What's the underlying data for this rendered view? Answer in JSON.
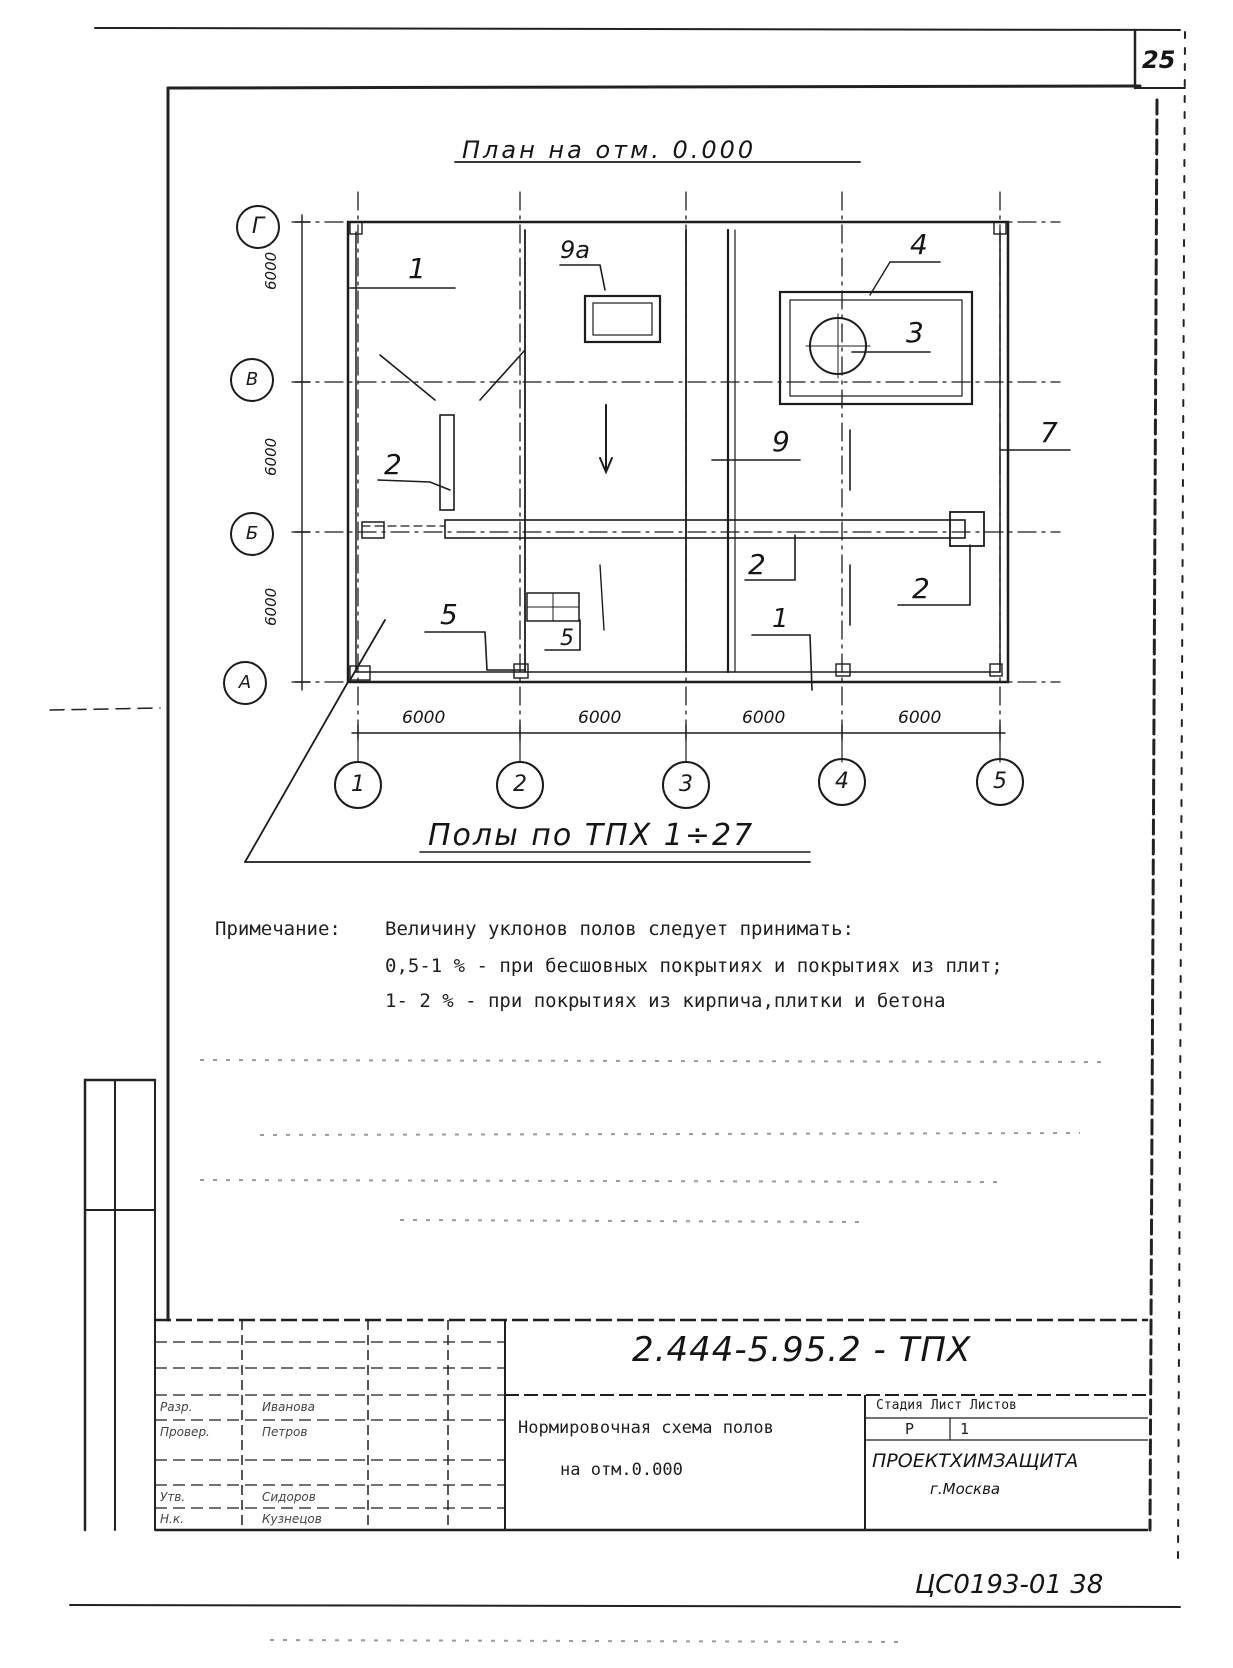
{
  "sheet": {
    "page_number": "25",
    "plan_title": "План на отм. 0.000",
    "floors_caption": "Полы по ТПХ 1÷27",
    "archive_number": "ЦС0193-01 38"
  },
  "row_axes": [
    "Г",
    "В",
    "Б",
    "А"
  ],
  "row_dimensions": [
    "6000",
    "6000",
    "6000"
  ],
  "column_axes": [
    "1",
    "2",
    "3",
    "4",
    "5"
  ],
  "column_dimensions": [
    "6000",
    "6000",
    "6000",
    "6000"
  ],
  "callouts": {
    "c1_top": "1",
    "c9a": "9а",
    "c4": "4",
    "c3": "3",
    "c2_left": "2",
    "c9": "9",
    "c7": "7",
    "c2_mid": "2",
    "c2_right": "2",
    "c5_left": "5",
    "c5_box": "5",
    "c1_bottom": "1"
  },
  "notes": {
    "label": "Примечание:",
    "line1": "Величину уклонов полов следует принимать:",
    "line2": "0,5-1 % - при бесшовных покрытиях и покрытиях из плит;",
    "line3": "1- 2 %  - при покрытиях из кирпича,плитки и бетона"
  },
  "title_block": {
    "designation": "2.444-5.95.2 - ТПХ",
    "sheet_title_line1": "Нормировочная схема полов",
    "sheet_title_line2": "на отм.0.000",
    "stage_header": "Стадия Лист Листов",
    "stage_value": "Р",
    "sheet_value": "1",
    "organization_line1": "ПРОЕКТХИМЗАЩИТА",
    "organization_line2": "г.Москва",
    "row_labels": [
      "Разр.",
      "Провер.",
      "Утв.",
      "Н.к."
    ],
    "row_names": [
      "Иванова",
      "Петров",
      "Сидоров",
      "Кузнецов"
    ]
  }
}
